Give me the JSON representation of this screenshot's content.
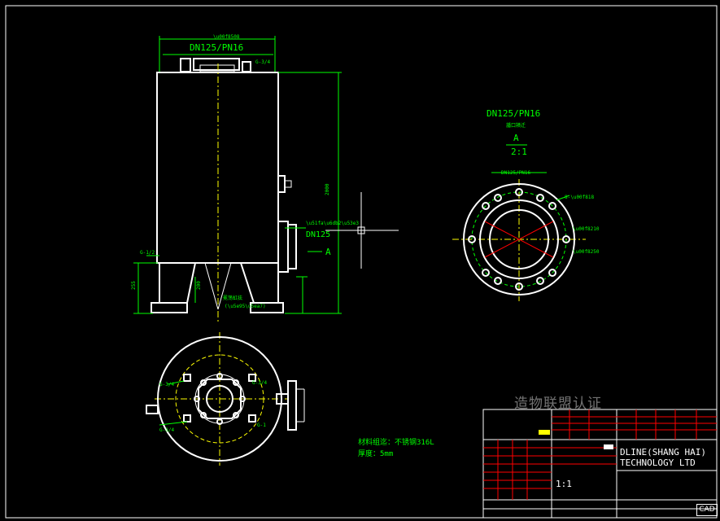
{
  "colors": {
    "background": "#000000",
    "outline": "#ffffff",
    "dimension": "#00ff00",
    "center": "#ffff00",
    "section": "#ff0000",
    "cursor": "#ffffff"
  },
  "front_view": {
    "flange_label": "DN125/PN16",
    "nozzle_label": "DN125",
    "section_marker": "A",
    "material_note": "冕荡虹抾"
  },
  "section_view": {
    "flange_label": "DN125/PN16",
    "sub_label": "旙口羵迁",
    "section_letter": "A",
    "section_scale": "2:1"
  },
  "plan_view": {
    "material_note": "材料组迄：不锈钢316L",
    "thickness_note": "厚度：5mm"
  },
  "title_block": {
    "watermark": "造物联盟认证",
    "company_line1": "DLINE(SHANG HAI)",
    "company_line2": "TECHNOLOGY LTD",
    "scale": "1:1",
    "cad_tag": "CAD"
  }
}
